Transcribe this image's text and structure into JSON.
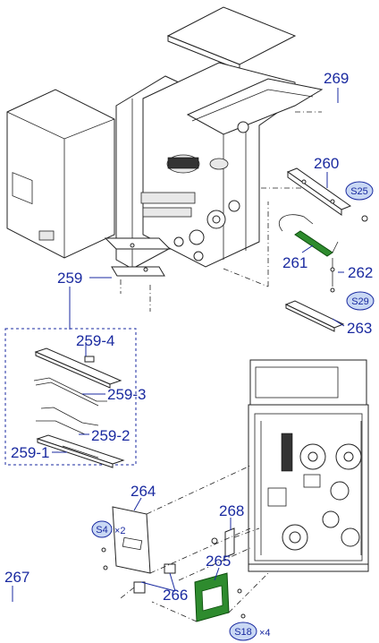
{
  "labels": {
    "p269": "269",
    "p260": "260",
    "s25": "S25",
    "p261": "261",
    "p262": "262",
    "s29": "S29",
    "p263": "263",
    "p259": "259",
    "p259_4": "259-4",
    "p259_3": "259-3",
    "p259_2": "259-2",
    "p259_1": "259-1",
    "p264": "264",
    "s4": "S4",
    "s4_qty": "×2",
    "p268": "268",
    "p265": "265",
    "p266": "266",
    "p267": "267",
    "s18": "S18",
    "s18_qty": "×4"
  },
  "colors": {
    "label": "#1a2aa0",
    "highlight_part": "#2e8b2e",
    "screw_badge": "#c9d8f4"
  }
}
